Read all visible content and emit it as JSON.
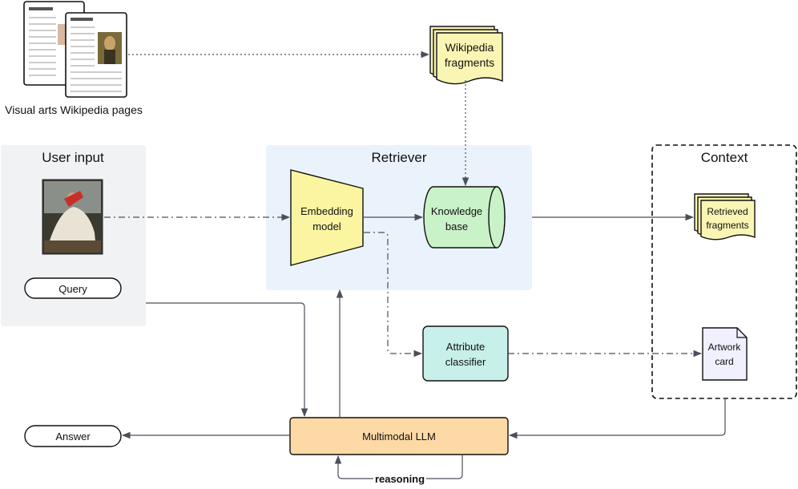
{
  "sources": {
    "pages_label": "Visual arts Wikipedia pages",
    "fragments_line1": "Wikipedia",
    "fragments_line2": "fragments"
  },
  "user_input": {
    "title": "User input",
    "query_label": "Query"
  },
  "retriever": {
    "title": "Retriever",
    "embedding_line1": "Embedding",
    "embedding_line2": "model",
    "kb_line1": "Knowledge",
    "kb_line2": "base"
  },
  "context": {
    "title": "Context",
    "retrieved_line1": "Retrieved",
    "retrieved_line2": "fragments",
    "artwork_line1": "Artwork",
    "artwork_line2": "card"
  },
  "classifier": {
    "line1": "Attribute",
    "line2": "classifier"
  },
  "llm": {
    "label": "Multimodal LLM",
    "reasoning_label": "reasoning"
  },
  "answer_label": "Answer",
  "colors": {
    "user_input_bg": "#f1f2f4",
    "retriever_bg": "#eaf3fc",
    "embedding_fill": "#fbf5a2",
    "kb_fill": "#c9f2c9",
    "classifier_fill": "#c8f0ea",
    "llm_fill": "#fdd9a6",
    "fragments_fill": "#fbf5b4",
    "artwork_fill": "#f0f0ff",
    "line": "#4a4f5a"
  }
}
